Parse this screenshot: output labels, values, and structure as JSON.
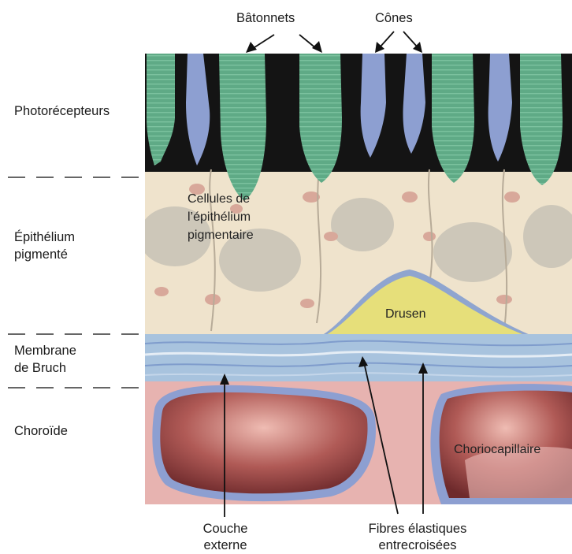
{
  "title": "",
  "layers": {
    "photoreceptors": "Photorécepteurs",
    "epithelium_line1": "Épithélium",
    "epithelium_line2": "pigmenté",
    "bruch_line1": "Membrane",
    "bruch_line2": "de Bruch",
    "choroid": "Choroïde"
  },
  "top_labels": {
    "rods": "Bâtonnets",
    "cones": "Cônes"
  },
  "inner_labels": {
    "rpe_line1": "Cellules de",
    "rpe_line2": "l’épithélium",
    "rpe_line3": "pigmentaire",
    "drusen": "Drusen",
    "choriocapillaris": "Choriocapillaire"
  },
  "bottom_labels": {
    "outer_layer_line1": "Couche",
    "outer_layer_line2": "externe",
    "fibers_line1": "Fibres élastiques",
    "fibers_line2": "entrecroisées"
  },
  "colors": {
    "rod": "#5faa86",
    "cone": "#8d9fd1",
    "epithelium": "#efe3cc",
    "nucleus": "#cdc7b9",
    "drusen": "#e6df7a",
    "membrane": "#a8c3de",
    "choroid": "#e7b3b0",
    "vessel": "#a7504f"
  }
}
